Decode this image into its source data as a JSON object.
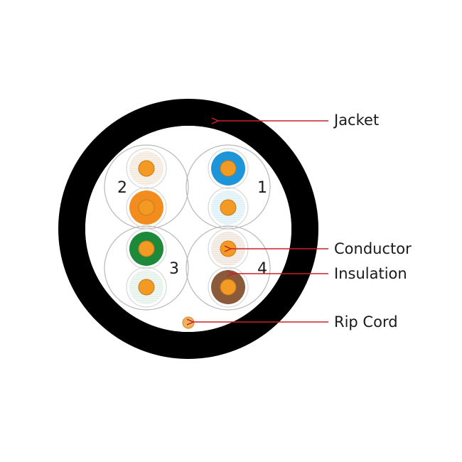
{
  "labels": {
    "jacket": "Jacket",
    "conductor": "Conductor",
    "insulation": "Insulation",
    "rip_cord": "Rip Cord"
  },
  "pairs": [
    {
      "number": "2",
      "wires": [
        {
          "insulation": "white-orange stripe",
          "color": "#f3e9dc",
          "striped": true
        },
        {
          "insulation": "orange",
          "color": "#f28c1e",
          "striped": false
        }
      ]
    },
    {
      "number": "1",
      "wires": [
        {
          "insulation": "blue",
          "color": "#1e95d8",
          "striped": false
        },
        {
          "insulation": "white-blue stripe",
          "color": "#dff0f6",
          "striped": true
        }
      ]
    },
    {
      "number": "3",
      "wires": [
        {
          "insulation": "green",
          "color": "#1d8a3a",
          "striped": false
        },
        {
          "insulation": "white-green stripe",
          "color": "#e4f2ea",
          "striped": true
        }
      ]
    },
    {
      "number": "4",
      "wires": [
        {
          "insulation": "white-brown stripe",
          "color": "#f1e6de",
          "striped": true
        },
        {
          "insulation": "brown",
          "color": "#8a5a3a",
          "striped": false
        }
      ]
    }
  ],
  "colors": {
    "jacket": "#000000",
    "conductor": "#f39a24",
    "leader_line": "#c8202c",
    "pair_outline": "#b9b9b9",
    "rip_cord": "#f0b25a"
  }
}
